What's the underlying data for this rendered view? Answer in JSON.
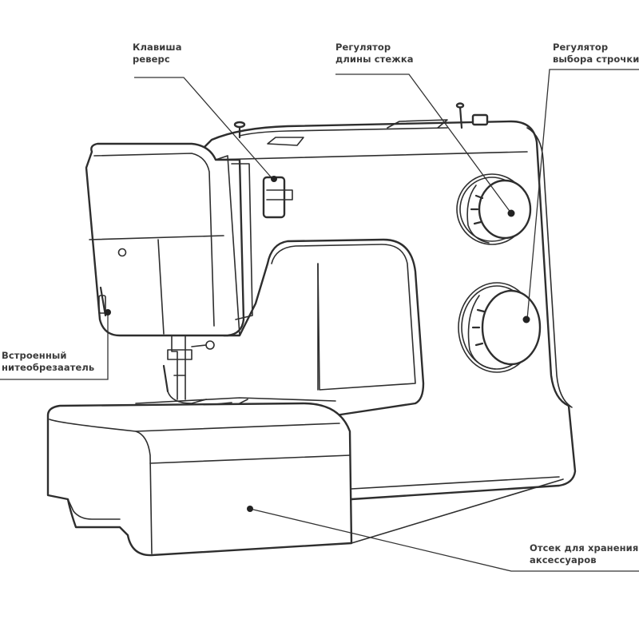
{
  "diagram": {
    "subject": "sewing machine",
    "colors": {
      "line": "#2e2e2e",
      "label_text": "#3a3a3a",
      "background": "#ffffff"
    },
    "callouts": [
      {
        "id": "reverse-key",
        "lines": [
          "Клавиша",
          "реверс"
        ]
      },
      {
        "id": "stitch-length-dial",
        "lines": [
          "Регулятор",
          "длины стежка"
        ]
      },
      {
        "id": "stitch-selector-dial",
        "lines": [
          "Регулятор",
          "выбора строчки"
        ]
      },
      {
        "id": "thread-cutter",
        "lines": [
          "Встроенный",
          "нитеобрезаатель"
        ]
      },
      {
        "id": "accessory-storage",
        "lines": [
          "Отсек для хранения",
          "аксессуаров"
        ]
      }
    ]
  }
}
